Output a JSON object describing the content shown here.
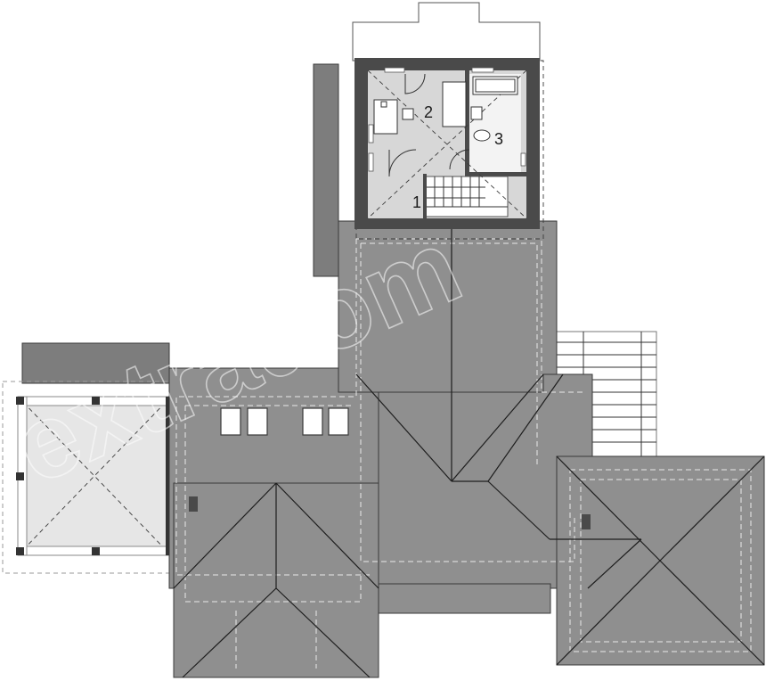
{
  "plan": {
    "rooms": [
      {
        "number": "1"
      },
      {
        "number": "2"
      },
      {
        "number": "3"
      }
    ],
    "watermark": "extradom",
    "colors": {
      "roof": "#8f8f8f",
      "walls": "#4a4a4a",
      "floor": "#d7d7d7",
      "background": "#ffffff"
    }
  }
}
